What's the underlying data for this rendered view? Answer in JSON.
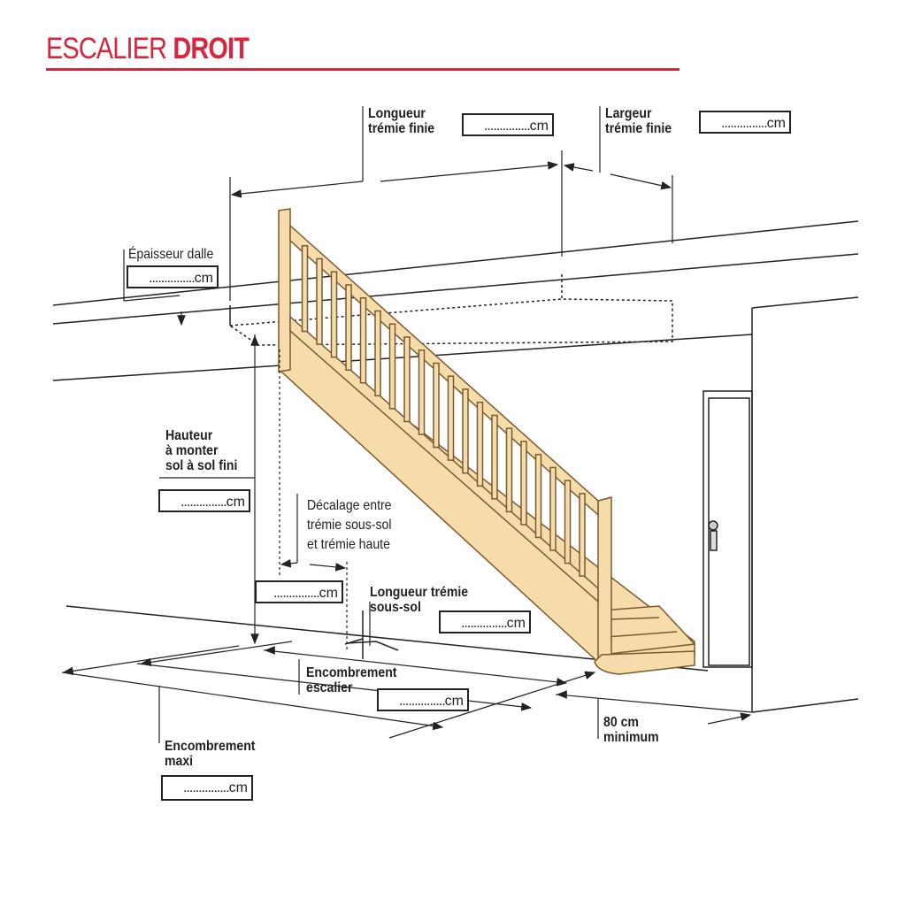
{
  "title": {
    "light": "ESCALIER",
    "bold": "DROIT"
  },
  "colors": {
    "accent": "#d7263d",
    "wood": "#f6dcaa",
    "wood_line": "#7a5a30"
  },
  "labels": {
    "longueur_tremie_finie": [
      "Longueur",
      "trémie finie"
    ],
    "largeur_tremie_finie": [
      "Largeur",
      "trémie finie"
    ],
    "epaisseur_dalle": "Épaisseur dalle",
    "hauteur": [
      "Hauteur",
      "à monter",
      "sol à sol fini"
    ],
    "decalage": [
      "Décalage entre",
      "trémie sous-sol",
      "et trémie haute"
    ],
    "longueur_tremie_sous_sol": [
      "Longueur trémie",
      "sous-sol"
    ],
    "encombrement_escalier": [
      "Encombrement",
      "escalier"
    ],
    "encombrement_maxi": [
      "Encombrement",
      "maxi"
    ],
    "passage": [
      "80 cm",
      "minimum"
    ]
  },
  "field": {
    "blank": "...............",
    "unit": "cm"
  }
}
